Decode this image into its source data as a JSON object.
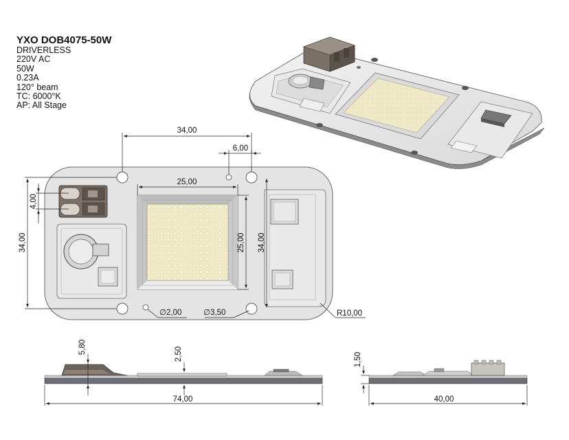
{
  "spec": {
    "title": "YXO DOB4075-50W",
    "lines": [
      "DRIVERLESS",
      "220V AC",
      "50W",
      "0.23A",
      "120° beam",
      "TC: 6000°K",
      "AP: All Stage"
    ]
  },
  "dimensions": {
    "hole_spacing_width": "34,00",
    "small_hole_offset": "6,00",
    "led_area_width": "25,00",
    "led_area_height": "25,00",
    "hole_spacing_height": "34,00",
    "overall_height": "34,00",
    "connector_pitch": "4,00",
    "small_hole_diameter": "∅2,00",
    "mount_hole_diameter": "∅3,50",
    "corner_radius": "R10,00",
    "component_height": "5,80",
    "lens_height": "2,50",
    "board_thickness": "1,50",
    "overall_length": "74,00",
    "overall_width": "40,00"
  },
  "colors": {
    "board": "#e4e4e4",
    "led_area": "#f0e9c6",
    "led_dot": "#fbf8ea",
    "connector": "#6b6259",
    "dimension_line": "#222222"
  }
}
